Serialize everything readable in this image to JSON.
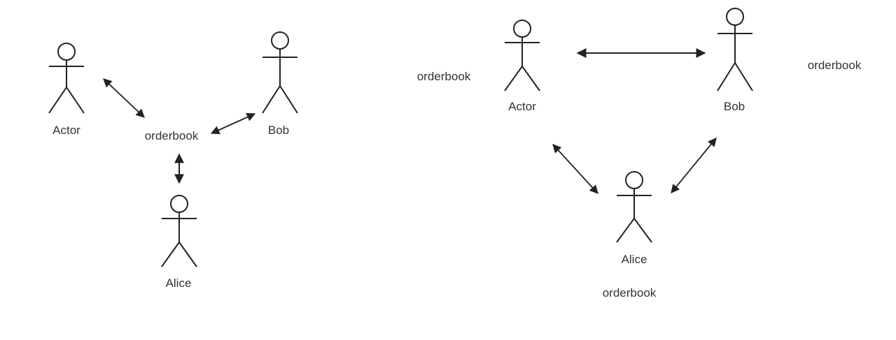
{
  "diagrams": [
    {
      "actors": [
        {
          "label": "Actor"
        },
        {
          "label": "Bob"
        },
        {
          "label": "Alice"
        }
      ],
      "nodes": [
        {
          "label": "orderbook"
        }
      ]
    },
    {
      "actors": [
        {
          "label": "Actor"
        },
        {
          "label": "Bob"
        },
        {
          "label": "Alice"
        }
      ],
      "nodes": [
        {
          "label": "orderbook"
        },
        {
          "label": "orderbook"
        },
        {
          "label": "orderbook"
        }
      ]
    }
  ],
  "colors": {
    "stroke": "#222222",
    "text": "#333333",
    "background": "#ffffff"
  }
}
